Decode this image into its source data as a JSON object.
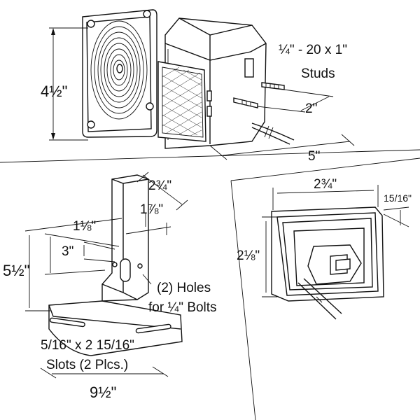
{
  "top_view": {
    "height": "4½\"",
    "studs_size": "¼\" - 20 x 1\"",
    "studs": "Studs",
    "stud_spacing": "2\"",
    "depth": "5\""
  },
  "bracket_view": {
    "width_top": "2¾\"",
    "hole_spacing": "1⅞\"",
    "offset": "1⅛\"",
    "height_3": "3\"",
    "height_total": "5½\"",
    "holes_line1": "(2) Holes",
    "holes_line2": "for ¼\" Bolts",
    "slots_size": "5/16\" x 2 15/16\"",
    "slots_count": "Slots (2 Plcs.)",
    "base_width": "9½\""
  },
  "side_view": {
    "width": "2¾\"",
    "thickness": "15/16\"",
    "height": "2⅛\""
  }
}
